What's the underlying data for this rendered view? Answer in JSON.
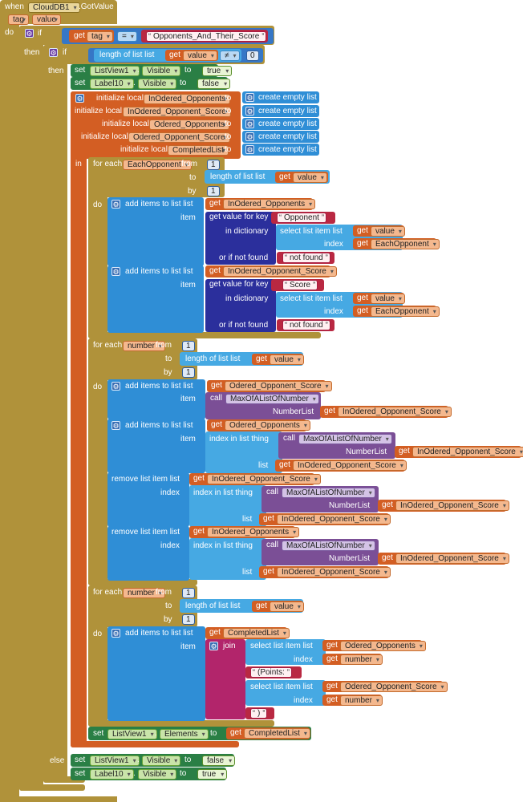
{
  "event": {
    "when": "when",
    "component": "CloudDB1",
    "event_name": ".GotValue",
    "param1": "tag",
    "param2": "value",
    "do": "do"
  },
  "kw": {
    "if": "if",
    "then": "then",
    "else": "else",
    "get": "get",
    "set": "set",
    "to": "to",
    "in": "in",
    "do": "do",
    "from": "from",
    "by": "by",
    "for_each": "for each",
    "length": "length of list  list",
    "init_local": "initialize local",
    "create_empty": "create empty list",
    "add_items": "add items to list   list",
    "item": "item",
    "get_value_for_key": "get value for key",
    "in_dictionary": "in dictionary",
    "or_if_not_found": "or if not found",
    "select_item": "select list item  list",
    "index": "index",
    "call": "call",
    "number_list": "NumberList",
    "index_in_list": "index in list  thing",
    "list": "list",
    "remove_item": "remove list item  list",
    "join": "join",
    "dot": "."
  },
  "eq_op": "=",
  "neq_op": "≠",
  "zero": "0",
  "one": "1",
  "strings": {
    "opponents_and_score": "Opponents_And_Their_Score",
    "opponent": "Opponent",
    "score": "Score",
    "not_found": "not found",
    "points": " (Points: ",
    "close": " ) "
  },
  "vars": {
    "tag": "tag",
    "value": "value",
    "in_opponents": "InOdered_Opponents",
    "in_scores": "InOdered_Opponent_Score",
    "ord_opponents": "Odered_Opponents",
    "ord_scores": "Odered_Opponent_Score",
    "completed": "CompletedList",
    "each_opponent": "EachOpponent",
    "number": "number"
  },
  "comps": {
    "listview": "ListView1",
    "label": "Label10",
    "visible": "Visible",
    "elements": "Elements"
  },
  "bools": {
    "t": "true",
    "f": "false"
  },
  "proc": "MaxOfAListOfNumber"
}
